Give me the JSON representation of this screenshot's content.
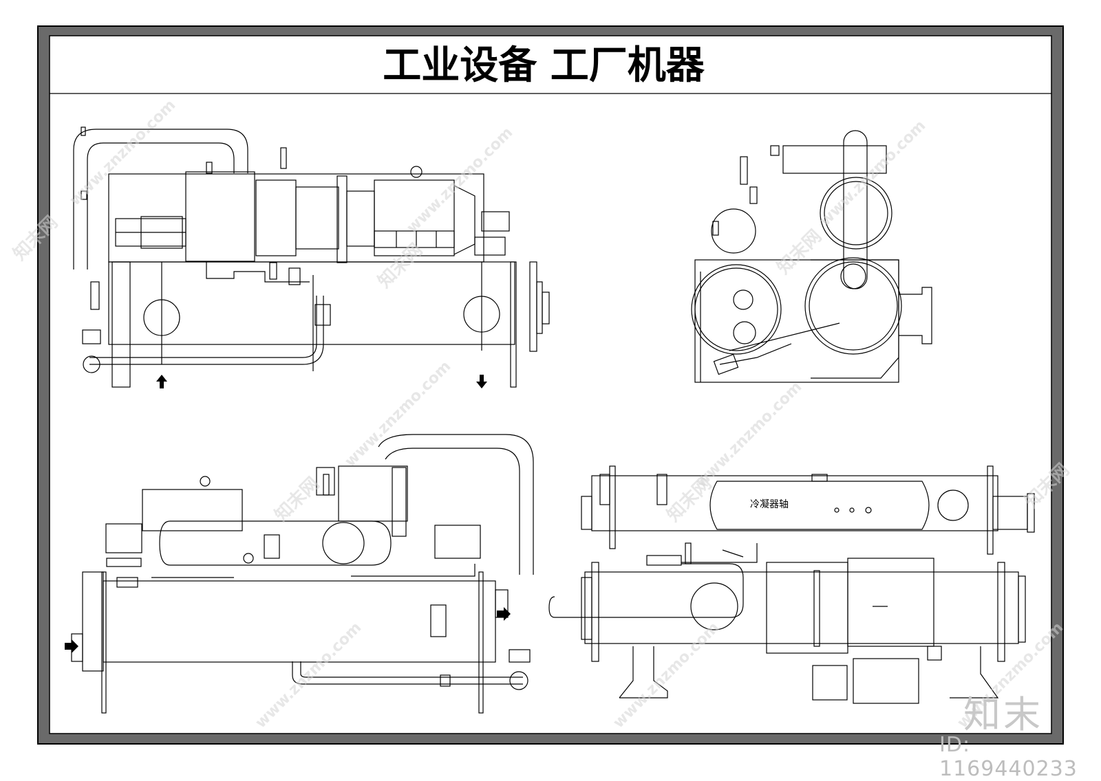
{
  "title": "工业设备  工厂机器",
  "labels": {
    "condenser_shaft": "冷凝器轴"
  },
  "watermark": {
    "url_text": "www.znzmo.com",
    "site_text": "知末网",
    "brand": "知末",
    "id_text": "ID: 1169440233"
  },
  "colors": {
    "frame_outer": "#5f5f5f",
    "line": "#000000",
    "watermark": "#d4d4d4"
  }
}
